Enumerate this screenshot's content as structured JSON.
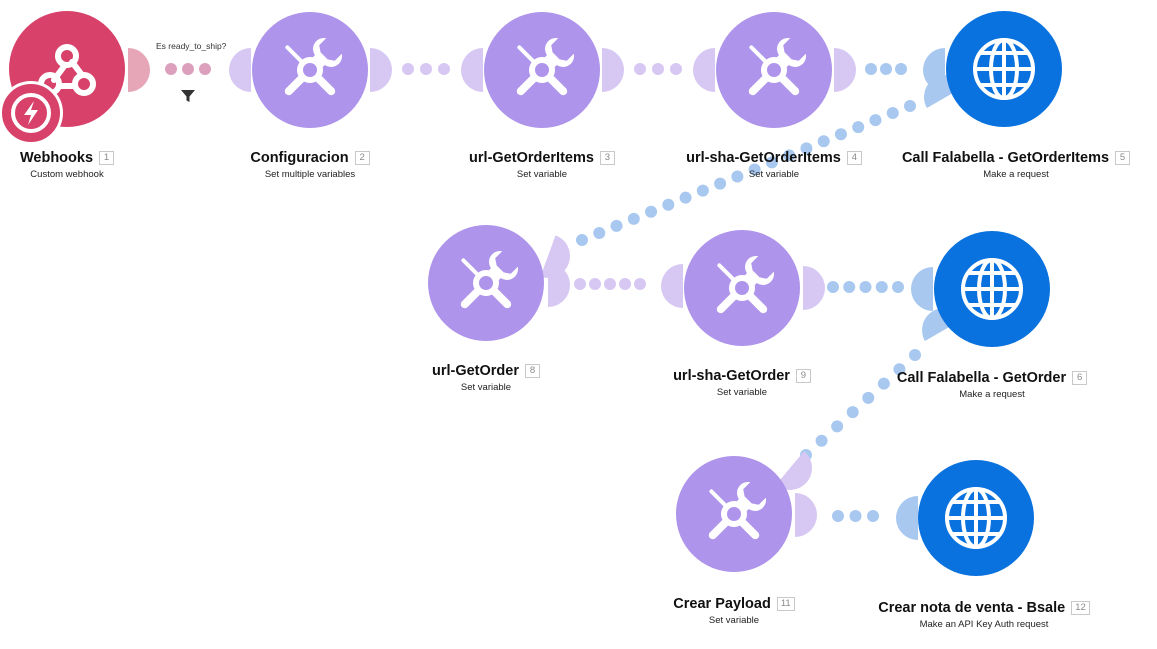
{
  "scenario": {
    "filter": {
      "label": "Es ready_to_ship?"
    },
    "modules": [
      {
        "id": "webhooks",
        "number": "1",
        "title": "Webhooks",
        "subtitle": "Custom webhook",
        "kind": "webhook",
        "color": "#d7416a"
      },
      {
        "id": "configuracion",
        "number": "2",
        "title": "Configuracion",
        "subtitle": "Set multiple variables",
        "kind": "tools",
        "color": "#ae94eb"
      },
      {
        "id": "url-getorderitems",
        "number": "3",
        "title": "url-GetOrderItems",
        "subtitle": "Set variable",
        "kind": "tools",
        "color": "#ae94eb"
      },
      {
        "id": "url-sha-getorderitems",
        "number": "4",
        "title": "url-sha-GetOrderItems",
        "subtitle": "Set variable",
        "kind": "tools",
        "color": "#ae94eb"
      },
      {
        "id": "call-falabella-getorderitems",
        "number": "5",
        "title": "Call Falabella - GetOrderItems",
        "subtitle": "Make a request",
        "kind": "http",
        "color": "#0a72de"
      },
      {
        "id": "url-getorder",
        "number": "8",
        "title": "url-GetOrder",
        "subtitle": "Set variable",
        "kind": "tools",
        "color": "#ae94eb"
      },
      {
        "id": "url-sha-getorder",
        "number": "9",
        "title": "url-sha-GetOrder",
        "subtitle": "Set variable",
        "kind": "tools",
        "color": "#ae94eb"
      },
      {
        "id": "call-falabella-getorder",
        "number": "6",
        "title": "Call Falabella - GetOrder",
        "subtitle": "Make a request",
        "kind": "http",
        "color": "#0a72de"
      },
      {
        "id": "crear-payload",
        "number": "11",
        "title": "Crear Payload",
        "subtitle": "Set variable",
        "kind": "tools",
        "color": "#ae94eb"
      },
      {
        "id": "crear-nota-de-venta-bsale",
        "number": "12",
        "title": "Crear nota de venta - Bsale",
        "subtitle": "Make an API Key Auth request",
        "kind": "http",
        "color": "#0a72de"
      }
    ],
    "icons": {
      "webhook": "webhook-icon",
      "tools": "tools-icon",
      "http": "globe-icon",
      "filter": "filter-icon",
      "trigger": "lightning-icon"
    }
  }
}
